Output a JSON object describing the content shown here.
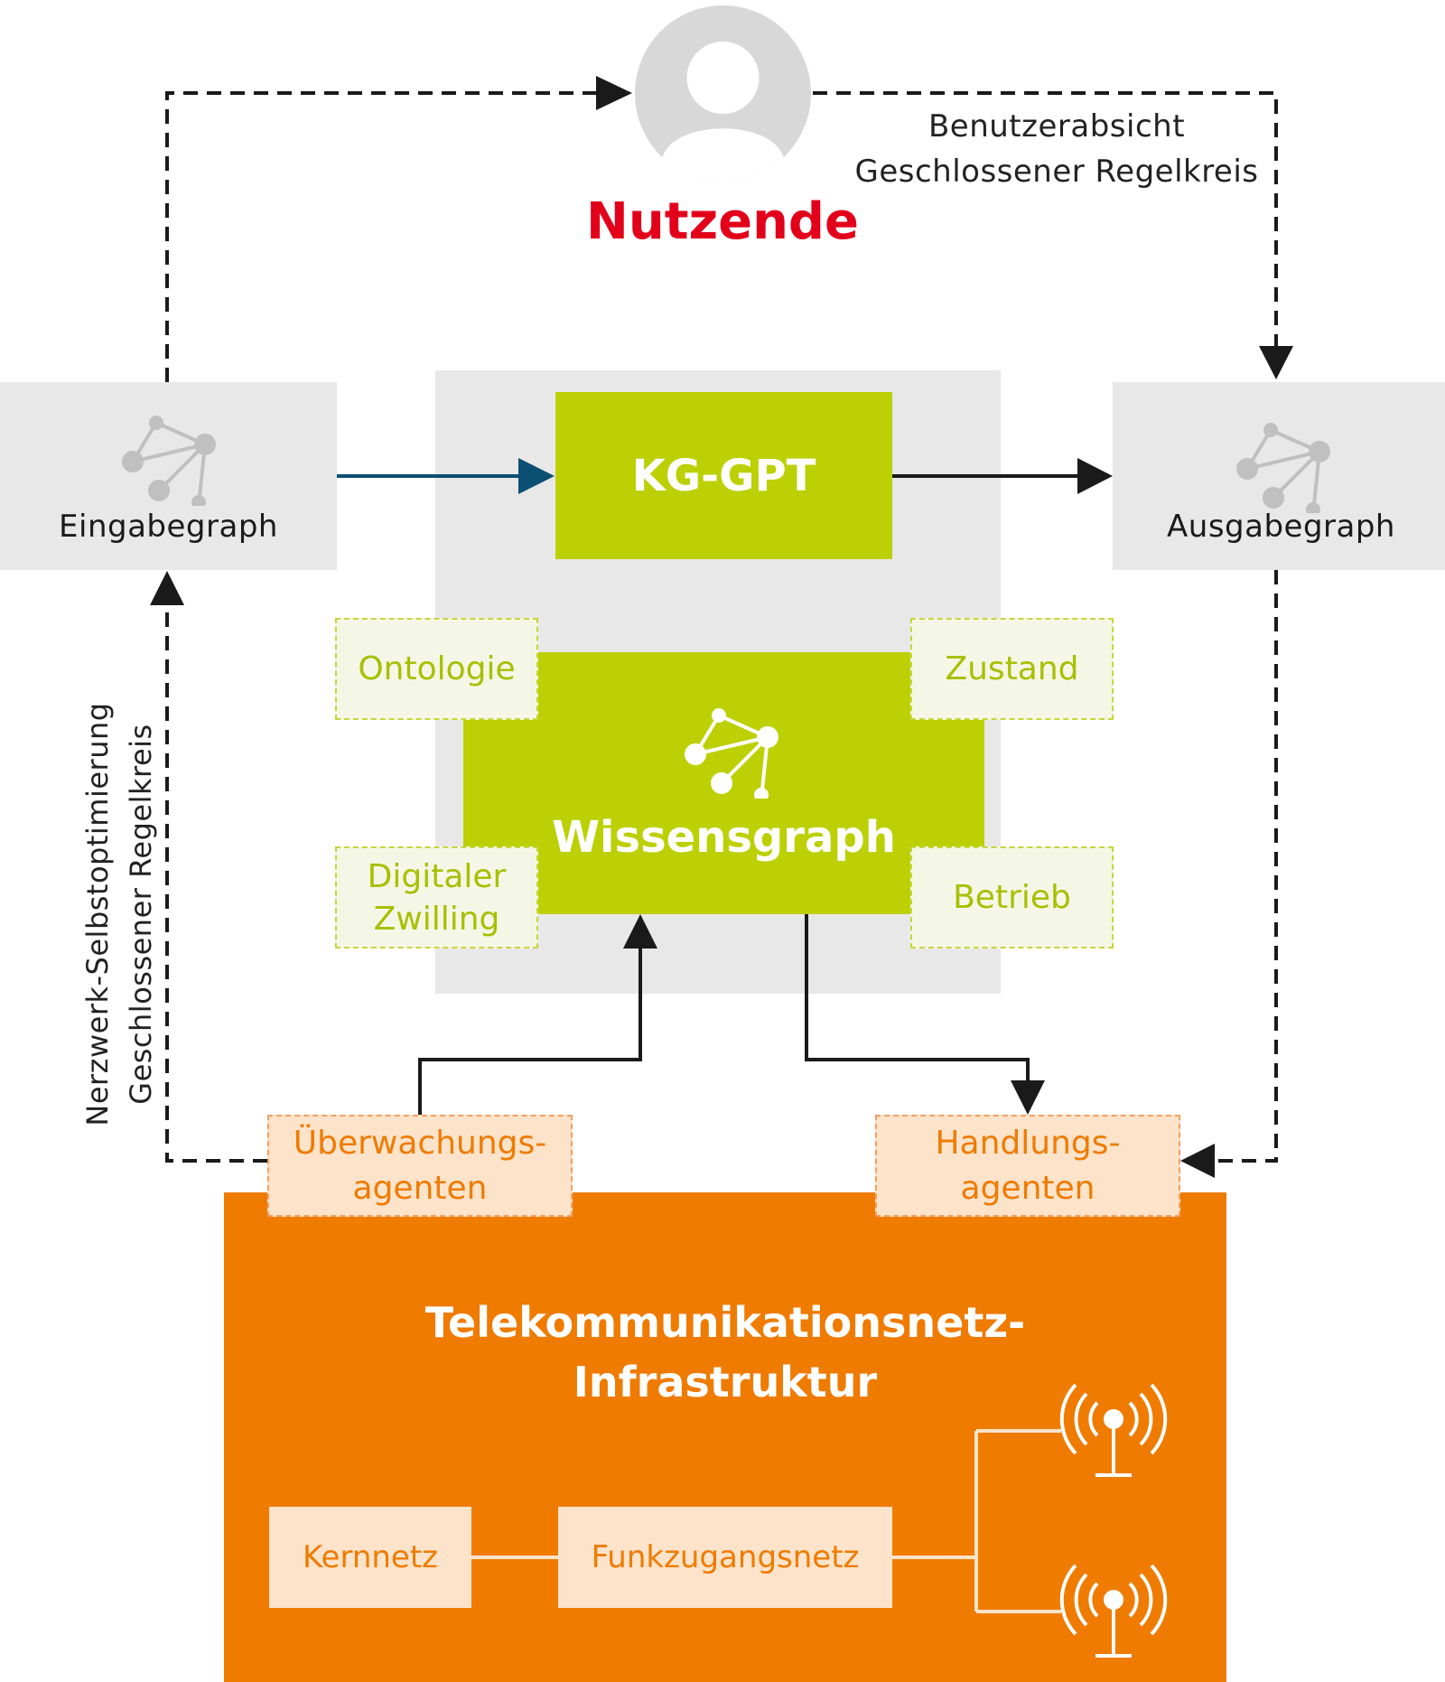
{
  "user": {
    "title": "Nutzende",
    "icon": "user-avatar-icon"
  },
  "user_loop": {
    "line1": "Benutzerabsicht",
    "line2": "Geschlossener  Regelkreis"
  },
  "network_loop": {
    "line1": "Nerzwerk-Selbstoptimierung",
    "line2": "Geschlossener  Regelkreis"
  },
  "input_graph": {
    "label": "Eingabegraph",
    "icon": "graph-nodes-icon"
  },
  "output_graph": {
    "label": "Ausgabegraph",
    "icon": "graph-nodes-icon"
  },
  "kg_gpt": {
    "label": "KG-GPT"
  },
  "knowledge_graph": {
    "label": "Wissensgraph",
    "icon": "graph-nodes-icon"
  },
  "kg_aspects": {
    "ontology": "Ontologie",
    "state": "Zustand",
    "digital_twin_line1": "Digitaler",
    "digital_twin_line2": "Zwilling",
    "operation": "Betrieb"
  },
  "agents": {
    "monitoring_line1": "Überwachungs-",
    "monitoring_line2": "agenten",
    "action_line1": "Handlungs-",
    "action_line2": "agenten"
  },
  "infrastructure": {
    "title_line1": "Telekommunikationsnetz-",
    "title_line2": "Infrastruktur",
    "core_network": "Kernnetz",
    "radio_access_network": "Funkzugangsnetz",
    "antenna_icon": "antenna-tower-icon"
  },
  "colors": {
    "red": "#e2001a",
    "green": "#bcd004",
    "orange": "#ef7b00",
    "navy_arrow": "#0b4f72",
    "grey_panel": "#e8e8e8"
  }
}
